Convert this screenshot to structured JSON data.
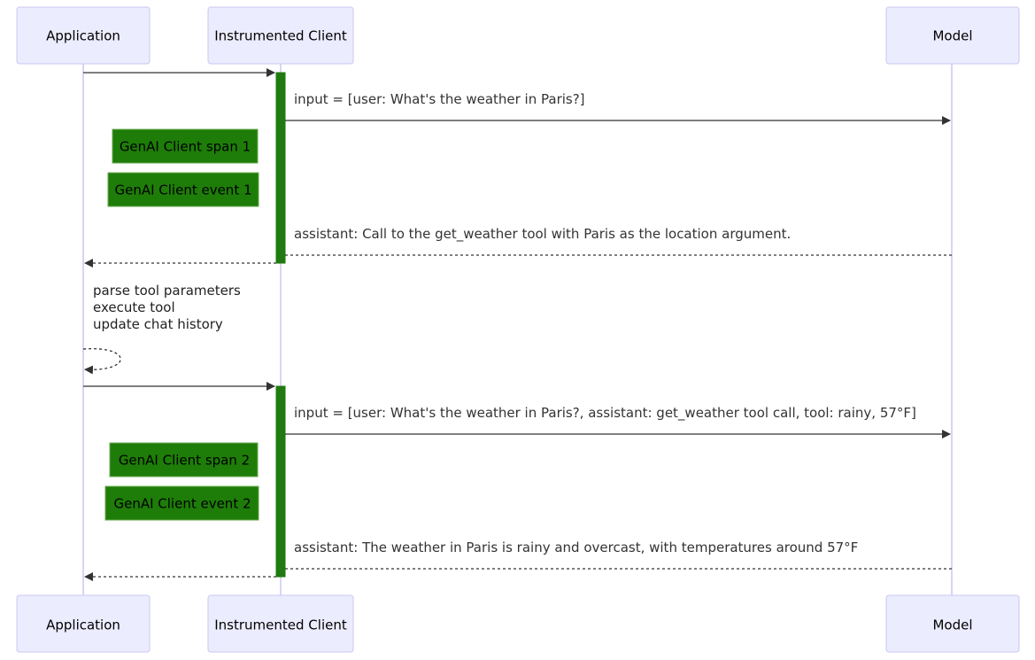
{
  "participants": {
    "application": "Application",
    "client": "Instrumented Client",
    "model": "Model"
  },
  "messages": {
    "m1_input": "input = [user: What's the weather in Paris?]",
    "m1_reply": "assistant: Call to the get_weather tool with Paris as the location argument.",
    "m2_input": "input = [user: What's the weather in Paris?, assistant: get_weather tool call, tool: rainy, 57°F]",
    "m2_reply": "assistant: The weather in Paris is rainy and overcast, with temperatures around 57°F"
  },
  "notes": {
    "span1": "GenAI Client span 1",
    "event1": "GenAI Client event 1",
    "span2": "GenAI Client span 2",
    "event2": "GenAI Client event 2"
  },
  "self_call": {
    "line1": "parse tool parameters",
    "line2": "execute tool",
    "line3": "update chat history"
  },
  "colors": {
    "actor_fill": "#ececff",
    "activation": "#1f7a0f",
    "note_fill": "#1e7d08"
  }
}
